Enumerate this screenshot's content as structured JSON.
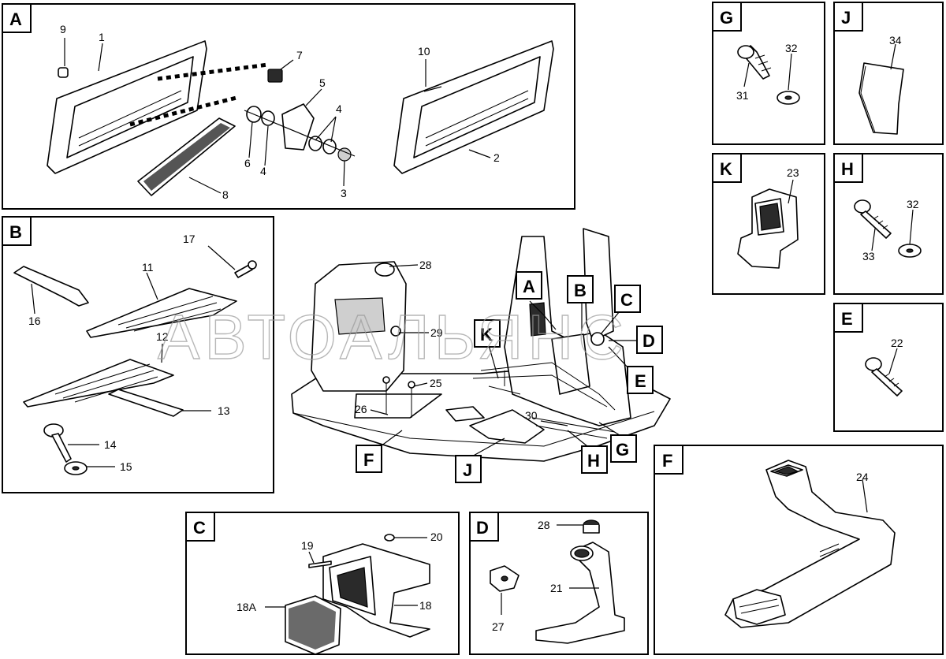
{
  "watermark": "АВТОАЛЬЯНС",
  "panels": {
    "A": {
      "letter": "A",
      "labels": [
        "9",
        "1",
        "7",
        "5",
        "4",
        "6",
        "4",
        "3",
        "8",
        "10",
        "2"
      ]
    },
    "B": {
      "letter": "B",
      "labels": [
        "17",
        "11",
        "16",
        "12",
        "13",
        "14",
        "15"
      ]
    },
    "C": {
      "letter": "C",
      "labels": [
        "19",
        "20",
        "18A",
        "18"
      ]
    },
    "D": {
      "letter": "D",
      "labels": [
        "28",
        "21",
        "27"
      ]
    },
    "F": {
      "letter": "F",
      "labels": [
        "24"
      ]
    },
    "G": {
      "letter": "G",
      "labels": [
        "32",
        "31"
      ]
    },
    "J": {
      "letter": "J",
      "labels": [
        "34"
      ]
    },
    "K": {
      "letter": "K",
      "labels": [
        "23"
      ]
    },
    "H": {
      "letter": "H",
      "labels": [
        "32",
        "33"
      ]
    },
    "E": {
      "letter": "E",
      "labels": [
        "22"
      ]
    }
  },
  "main": {
    "labels": [
      "28",
      "29",
      "25",
      "26",
      "30"
    ],
    "callouts": [
      "A",
      "B",
      "C",
      "D",
      "E",
      "K",
      "F",
      "J",
      "H",
      "G"
    ]
  }
}
